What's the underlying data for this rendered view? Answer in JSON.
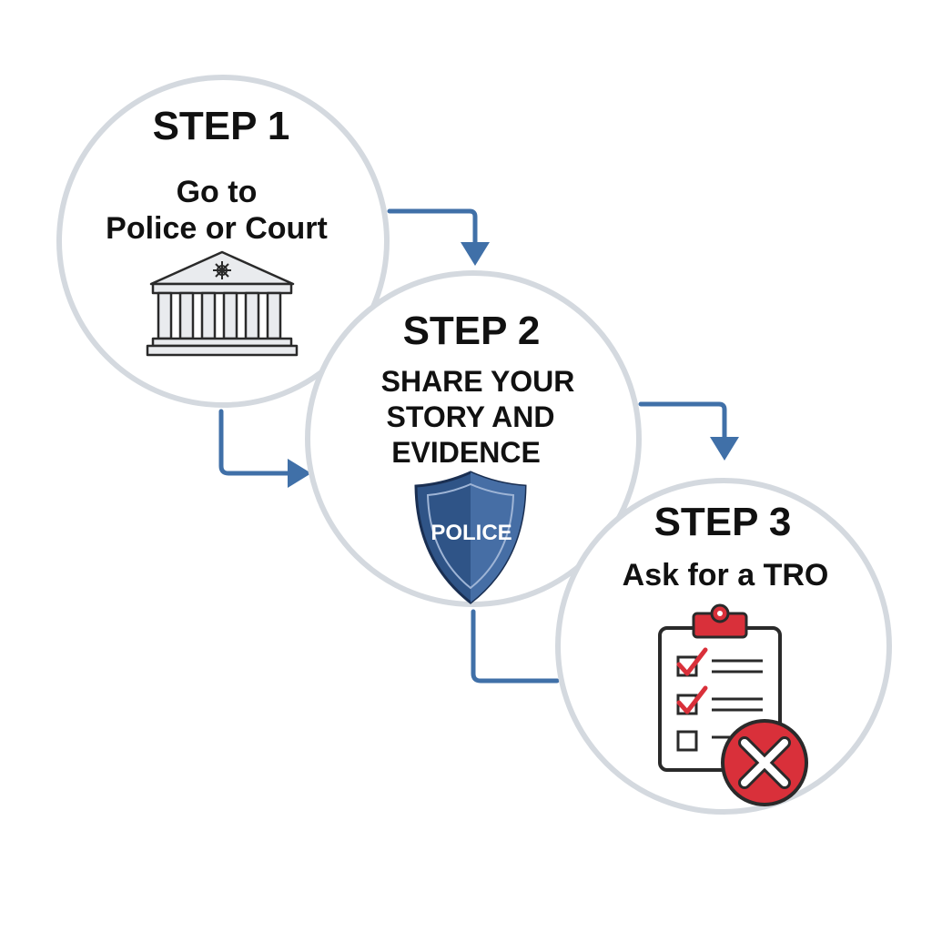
{
  "steps": [
    {
      "title": "STEP 1",
      "lines": [
        "Go to",
        "Police or Court"
      ],
      "icon": "courthouse-icon"
    },
    {
      "title": "STEP 2",
      "lines": [
        "SHARE YOUR",
        "STORY AND",
        "EVIDENCE"
      ],
      "icon": "police-shield-icon",
      "badge": "POLICE"
    },
    {
      "title": "STEP 3",
      "lines": [
        "Ask for a TRO"
      ],
      "icon": "clipboard-checklist-icon"
    }
  ],
  "colors": {
    "connector": "#4070a8",
    "circle_border": "#d4d9df",
    "shield": "#2f5487",
    "check": "#d9303a",
    "x_badge": "#d9303a",
    "clip": "#d9303a"
  }
}
